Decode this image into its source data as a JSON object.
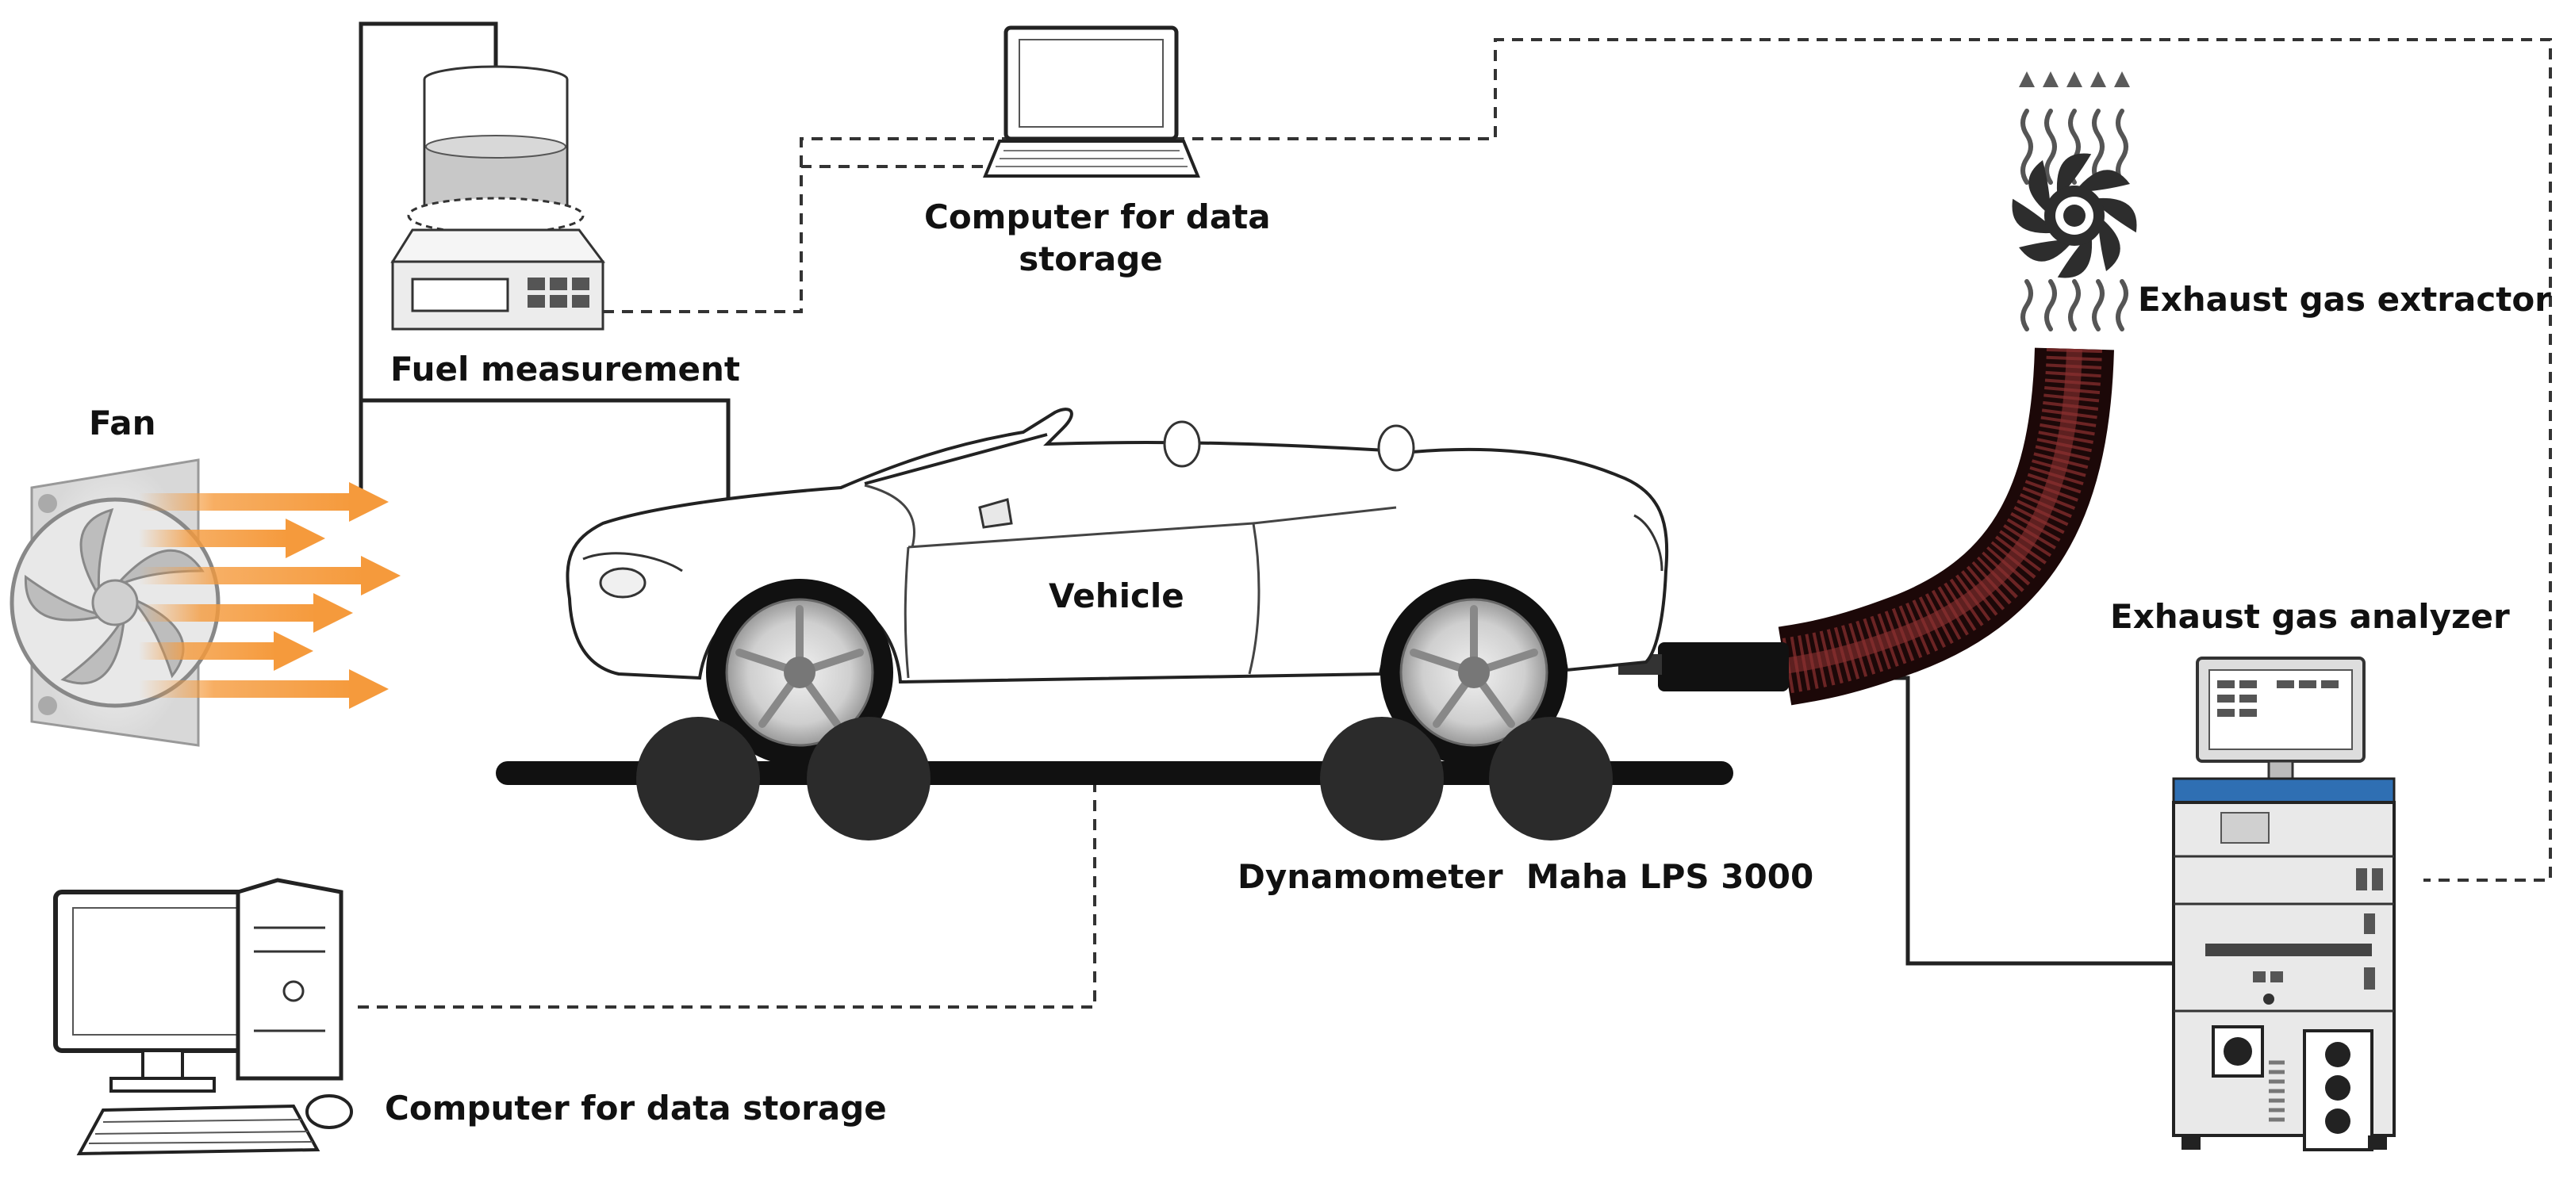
{
  "labels": {
    "fuel_measurement": "Fuel measurement",
    "computer_top_line1": "Computer for data",
    "computer_top_line2": "storage",
    "exhaust_extractor": "Exhaust gas extractor",
    "fan": "Fan",
    "vehicle": "Vehicle",
    "exhaust_analyzer": "Exhaust gas analyzer",
    "dynamometer": "Dynamometer  Maha LPS 3000",
    "computer_bottom": "Computer for data storage"
  },
  "icons": [
    "fuel-scale-icon",
    "laptop-icon",
    "exhaust-fan-icon",
    "cooling-fan-icon",
    "vehicle-icon",
    "dynamometer-roller-icon",
    "gas-analyzer-icon",
    "desktop-computer-icon"
  ],
  "colors": {
    "fan_arrows": "#f59a3c",
    "hose": "#5a1f1f",
    "line": "#222222",
    "analyzer_stripe": "#2f6fb3",
    "fuel_liquid": "#c8c8c8"
  }
}
